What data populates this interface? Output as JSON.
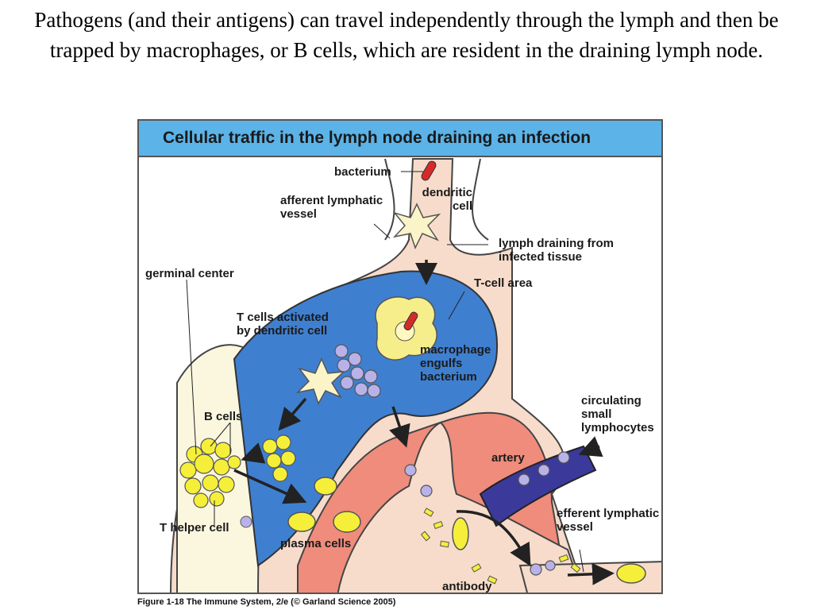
{
  "slide": {
    "title": "Pathogens (and their antigens) can travel independently through the lymph and then be trapped by macrophages, or B cells, which are resident in the draining lymph node."
  },
  "figure": {
    "header": "Cellular traffic in the lymph node draining an infection",
    "labels": {
      "bacterium": "bacterium",
      "dendritic_cell": "dendritic cell",
      "afferent_lymphatic_vessel": "afferent lymphatic vessel",
      "lymph_draining": "lymph draining from infected tissue",
      "germinal_center": "germinal center",
      "t_cell_area": "T-cell area",
      "t_cells_activated": "T cells activated by dendritic cell",
      "macrophage": "macrophage engulfs bacterium",
      "b_cells": "B cells",
      "circulating": "circulating small lymphocytes",
      "artery": "artery",
      "efferent": "efferent lymphatic vessel",
      "t_helper_cell": "T helper cell",
      "plasma_cells": "plasma cells",
      "antibody": "antibody"
    },
    "caption": "Figure 1-18  The Immune System, 2/e (© Garland Science 2005)"
  },
  "colors": {
    "header_blue": "#5bb3e8",
    "lymph_tissue": "#f7dccb",
    "t_cell_area": "#3f7fd0",
    "medulla_red": "#ef8c7c",
    "germinal_center": "#fbf7df",
    "artery": "#3b3a9a",
    "cell_yellow": "#f5ef3a",
    "lymphocyte_purple": "#b9b2e8",
    "bacterium_red": "#d62a2a"
  }
}
